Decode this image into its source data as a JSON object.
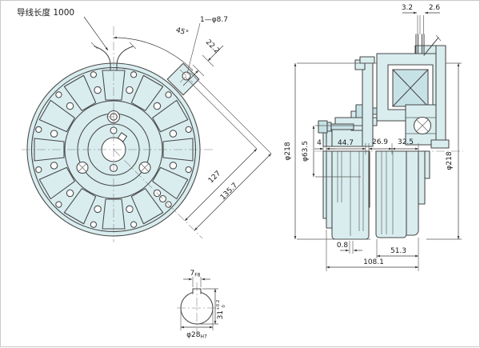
{
  "front_view": {
    "lead_wire_label": "导线长度 1000",
    "angle_dim": "45°",
    "hole_callout": "1—φ8.7",
    "hole_offset_dim": "22.2",
    "radial_dim_inner": "127",
    "radial_dim_outer": "135.7"
  },
  "side_view": {
    "terminal_dim_left": "3.2",
    "terminal_dim_right": "2.6",
    "dia_stator_left": "φ218",
    "dia_hub": "φ63.5",
    "dia_stator_right": "φ218",
    "width_dim_flange": "4",
    "width_dim_rotor": "44.7",
    "width_dim_mid": "26.9",
    "width_dim_field": "32.5",
    "gap_dim": "0.8",
    "length_dim_hub": "51.3",
    "length_dim_total": "108.1"
  },
  "bore_detail": {
    "keyway_width": "7",
    "keyway_fit": "F8",
    "keyway_height": "31",
    "tol_upper": "+0.2",
    "tol_lower": "0",
    "bore_dia": "φ28",
    "bore_fit": "H7"
  },
  "colors": {
    "body_fill": "#d9edef",
    "part_fill": "#c7e2e6",
    "outline": "#474747",
    "dimension": "#3a3a3a",
    "text": "#1b1b1b"
  }
}
